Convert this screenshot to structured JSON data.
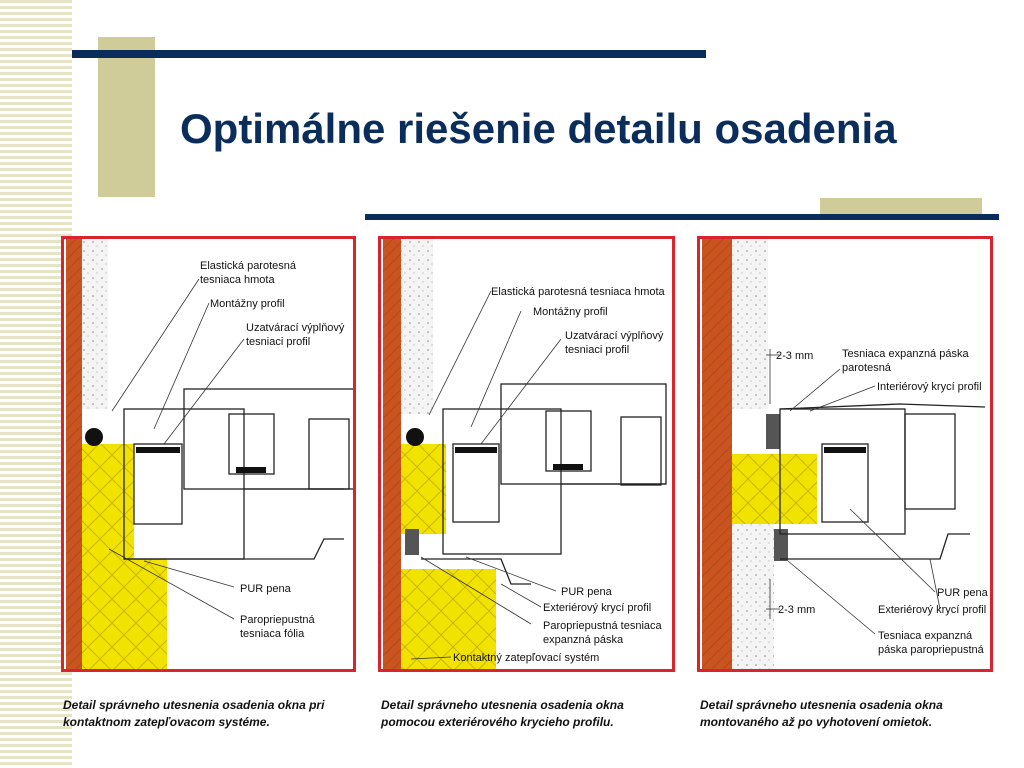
{
  "slide": {
    "title": "Optimálne riešenie detailu osadenia",
    "accent_color": "#0b2d5c",
    "frame_color": "#d9232e"
  },
  "panels": [
    {
      "labels": {
        "l1a": "Elastická parotesná",
        "l1b": "tesniaca hmota",
        "l2": "Montážny profil",
        "l3a": "Uzatvárací výplňový",
        "l3b": "tesniaci profil",
        "l4": "PUR pena",
        "l5a": "Paropriepustná",
        "l5b": "tesniaca fólia"
      },
      "caption": "Detail správneho utesnenia osadenia okna pri kontaktnom zatepľovacom systéme."
    },
    {
      "labels": {
        "l1": "Elastická parotesná tesniaca hmota",
        "l2": "Montážny profil",
        "l3a": "Uzatvárací výplňový",
        "l3b": "tesniaci profil",
        "l4": "PUR pena",
        "l5": "Exteriérový krycí profil",
        "l6a": "Paropriepustná tesniaca",
        "l6b": "expanzná páska",
        "l7": "Kontaktný zatepľovací systém"
      },
      "caption": "Detail správneho utesnenia osadenia okna pomocou exteriérového krycieho profilu."
    },
    {
      "labels": {
        "d1": "2-3 mm",
        "l1a": "Tesniaca expanzná páska",
        "l1b": "parotesná",
        "l2": "Interiérový krycí profil",
        "l3": "PUR pena",
        "l4": "Exteriérový krycí profil",
        "d2": "2-3 mm",
        "l5a": "Tesniaca expanzná",
        "l5b": "páska paropriepustná"
      },
      "caption": "Detail správneho utesnenia osadenia okna montovaného až po vyhotovení omietok."
    }
  ]
}
